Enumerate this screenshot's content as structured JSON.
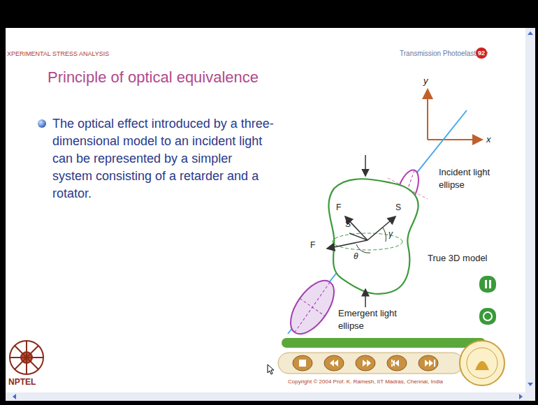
{
  "diagram": {
    "title": "Principle of optical equivalence",
    "nodes": [
      {
        "text": [
          "92"
        ]
      }
    ],
    "labels": [
      "XPERIMENTAL STRESS ANALYSIS",
      "Transmission Photoelasticity",
      "The optical effect introduced by a three-dimensional model to an incident light can be represented by a simpler system consisting of a retarder and a rotator.",
      "y",
      "x",
      "Incident light ellipse",
      "F",
      "S",
      "S",
      "F",
      "γ",
      "θ",
      "True 3D model",
      "Emergent light ellipse",
      "Copyright © 2004 Prof. K. Ramesh, IIT Madras, Chennai, India",
      "NPTEL"
    ]
  }
}
